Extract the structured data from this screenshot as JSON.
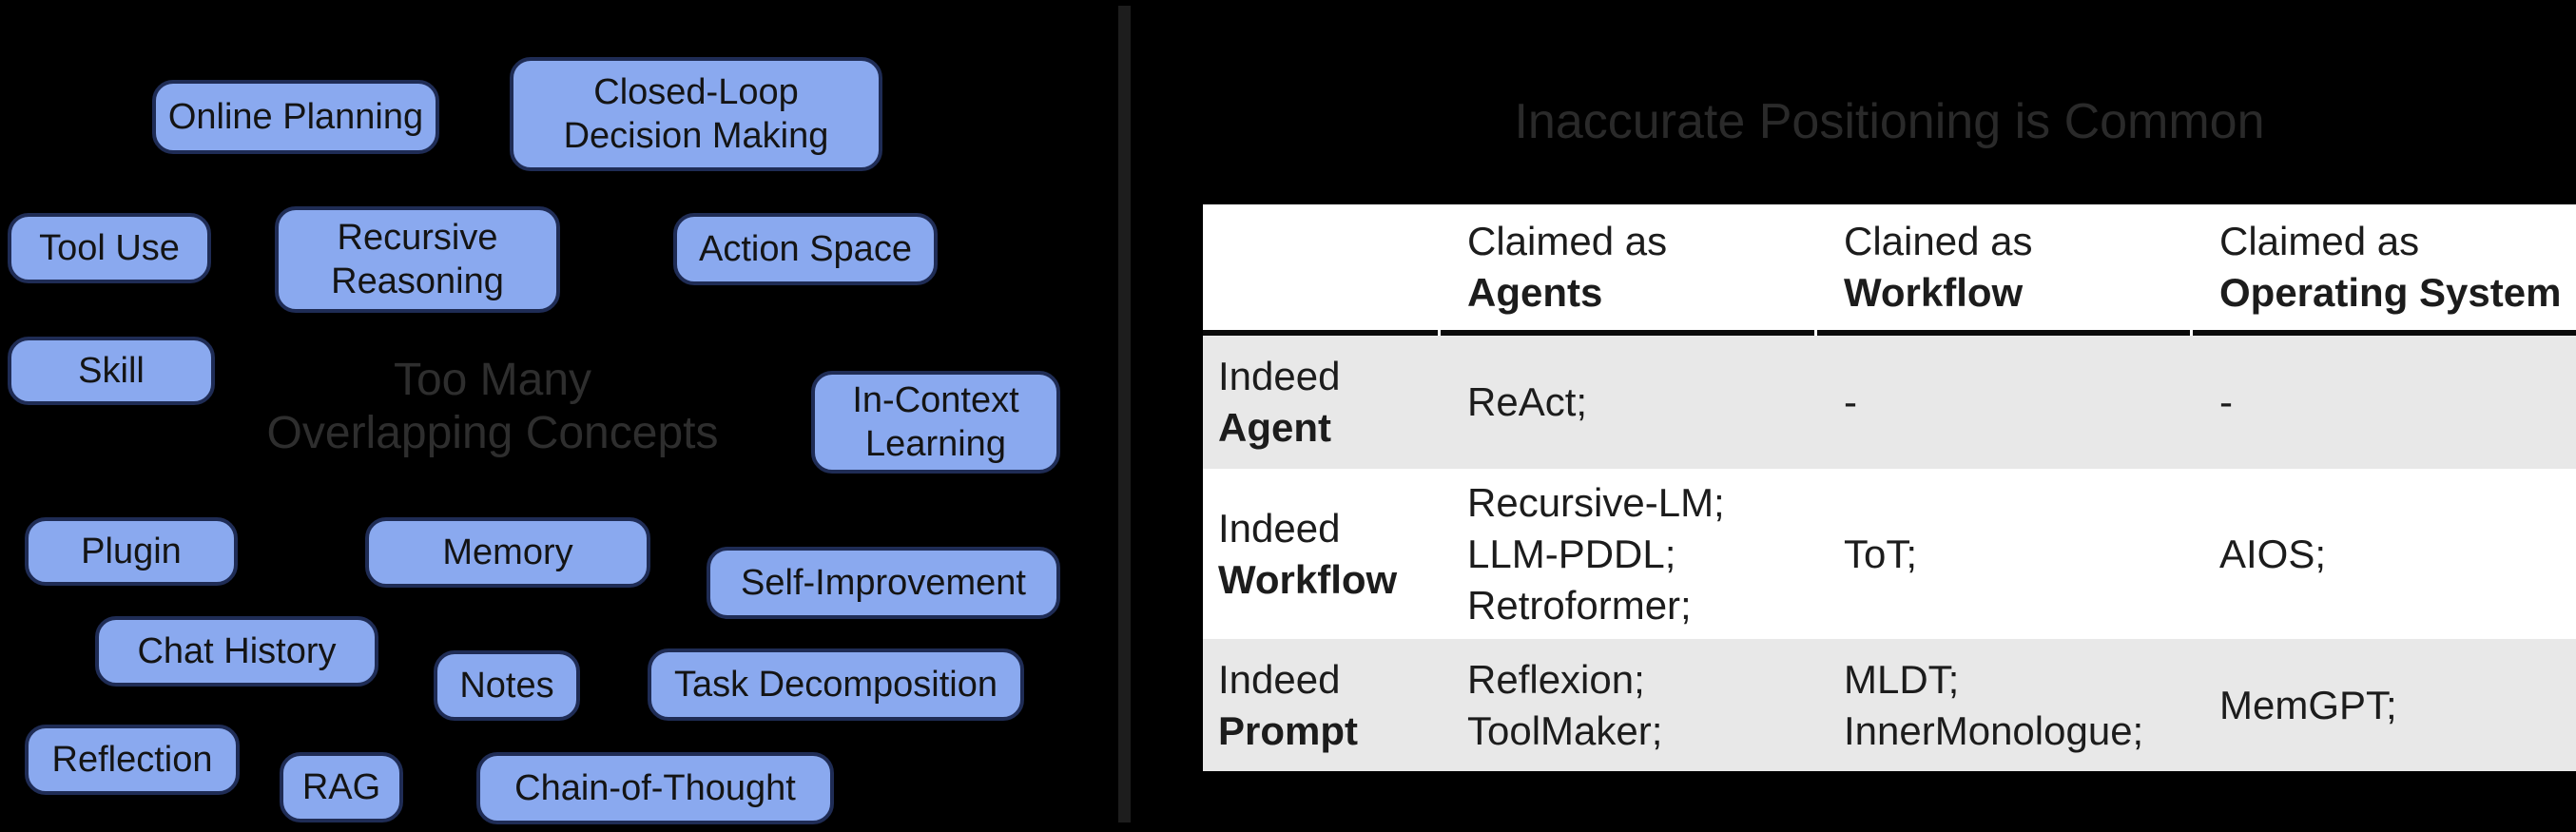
{
  "figure": {
    "background": "#000000",
    "divider_color": "#1D1D1D",
    "left_panel": {
      "caption": "Too Many\nOverlapping Concepts",
      "caption_color": "#2E2E2E",
      "box_colors": {
        "fill": "#8AA9EF",
        "border": "#1F2C55",
        "text": "#141414"
      },
      "concepts": [
        {
          "label": "Online Planning"
        },
        {
          "label": "Closed-Loop\nDecision Making"
        },
        {
          "label": "Tool Use"
        },
        {
          "label": "Recursive\nReasoning"
        },
        {
          "label": "Action Space"
        },
        {
          "label": "Skill"
        },
        {
          "label": "In-Context\nLearning"
        },
        {
          "label": "Plugin"
        },
        {
          "label": "Memory"
        },
        {
          "label": "Self-Improvement"
        },
        {
          "label": "Chat History"
        },
        {
          "label": "Notes"
        },
        {
          "label": "Task Decomposition"
        },
        {
          "label": "Reflection"
        },
        {
          "label": "RAG"
        },
        {
          "label": "Chain-of-Thought"
        }
      ]
    },
    "right_panel": {
      "title": "Inaccurate Positioning is Common",
      "title_color": "#2A2A2A",
      "table": {
        "colors": {
          "stripe": "#E8E8E8",
          "bg": "#FFFFFF",
          "text": "#1C1C1C",
          "header_rule": "#0A0A0A"
        },
        "header": {
          "col2_line1": "Claimed as",
          "col2_line2": "Agents",
          "col3_line1": "Clained as",
          "col3_line2": "Workflow",
          "col4_line1": "Claimed as",
          "col4_line2": "Operating System"
        },
        "rows": [
          {
            "label_line1": "Indeed",
            "label_line2": "Agent",
            "agents": [
              "ReAct;"
            ],
            "workflow": [
              "-"
            ],
            "os": [
              "-"
            ]
          },
          {
            "label_line1": "Indeed",
            "label_line2": "Workflow",
            "agents": [
              "Recursive-LM;",
              "LLM-PDDL;",
              "Retroformer;"
            ],
            "workflow": [
              "ToT;"
            ],
            "os": [
              "AIOS;"
            ]
          },
          {
            "label_line1": "Indeed",
            "label_line2": "Prompt",
            "agents": [
              "Reflexion;",
              "ToolMaker;"
            ],
            "workflow": [
              "MLDT;",
              "InnerMonologue;"
            ],
            "os": [
              "MemGPT;"
            ]
          }
        ]
      }
    }
  }
}
